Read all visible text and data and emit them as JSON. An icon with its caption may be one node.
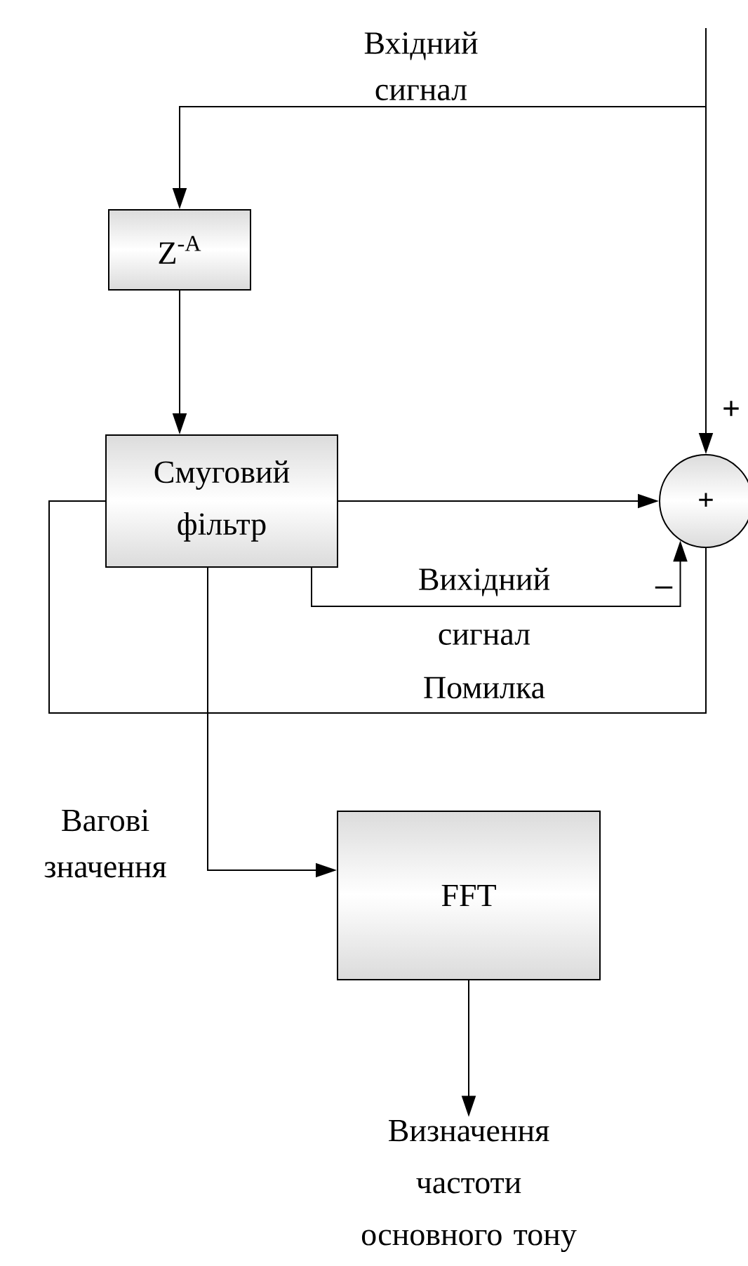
{
  "diagram": {
    "nodes": [
      {
        "text": [
          "Z$^{-A}$"
        ]
      },
      {
        "text": [
          "Смуговий фільтр"
        ]
      },
      {
        "text": [
          "+"
        ]
      },
      {
        "text": [
          "FFT"
        ]
      },
      {
        "text": [
          "Визначення частоти основного тону"
        ]
      }
    ],
    "edges": [
      {
        "from": null,
        "to": 2,
        "arrow": "to"
      },
      {
        "from": null,
        "to": 0,
        "arrow": "to",
        "label": "Вхідний сигнал"
      },
      {
        "from": 0,
        "to": 1,
        "arrow": "to"
      },
      {
        "from": 1,
        "to": 2,
        "arrow": "to"
      },
      {
        "from": 1,
        "to": 2,
        "arrow": "to",
        "label": "Вихідний сигнал"
      },
      {
        "from": 2,
        "to": 1,
        "arrow": "none",
        "label": "Помилка"
      },
      {
        "from": 1,
        "to": 3,
        "arrow": "to",
        "label": "Вагові значення"
      },
      {
        "from": 3,
        "to": 4,
        "arrow": "to"
      }
    ],
    "labels": [
      "+",
      "–"
    ]
  }
}
